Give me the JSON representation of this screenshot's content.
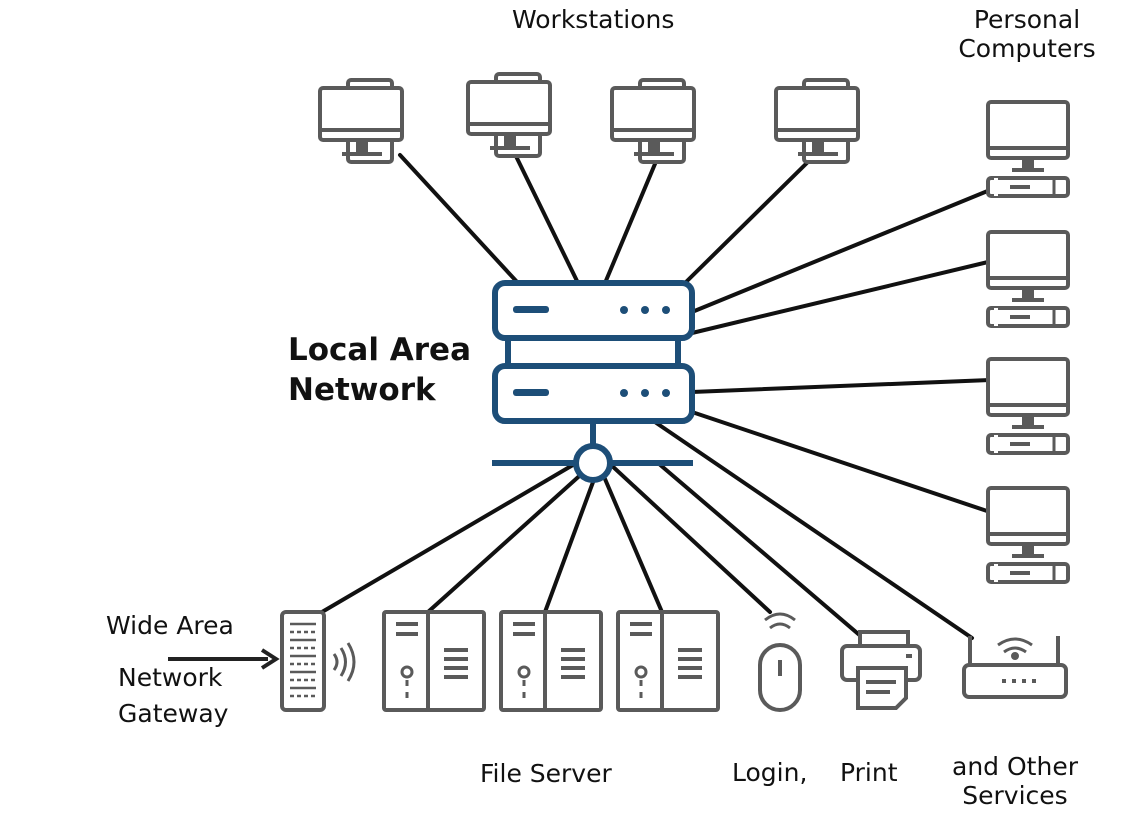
{
  "labels": {
    "workstations": "Workstations",
    "personal_computers_line1": "Personal",
    "personal_computers_line2": "Computers",
    "lan_line1": "Local Area",
    "lan_line2": "Network",
    "wan_line1": "Wide Area",
    "wan_line2": "Network",
    "wan_line3": "Gateway",
    "file_server": "File Server",
    "login": "Login,",
    "print": "Print",
    "other_line1": "and Other",
    "other_line2": "Services"
  },
  "colors": {
    "hub": "#1d4e78",
    "device": "#5a5a5a",
    "line": "#111111",
    "text": "#111111"
  },
  "icons": {
    "hub": "server-rack-icon",
    "workstation": "desktop-tower-icon",
    "personal_computer": "monitor-desktop-icon",
    "gateway": "wireless-gateway-icon",
    "file_server": "server-cabinet-icon",
    "login": "wireless-mouse-icon",
    "printer": "printer-icon",
    "router": "wifi-router-icon"
  }
}
